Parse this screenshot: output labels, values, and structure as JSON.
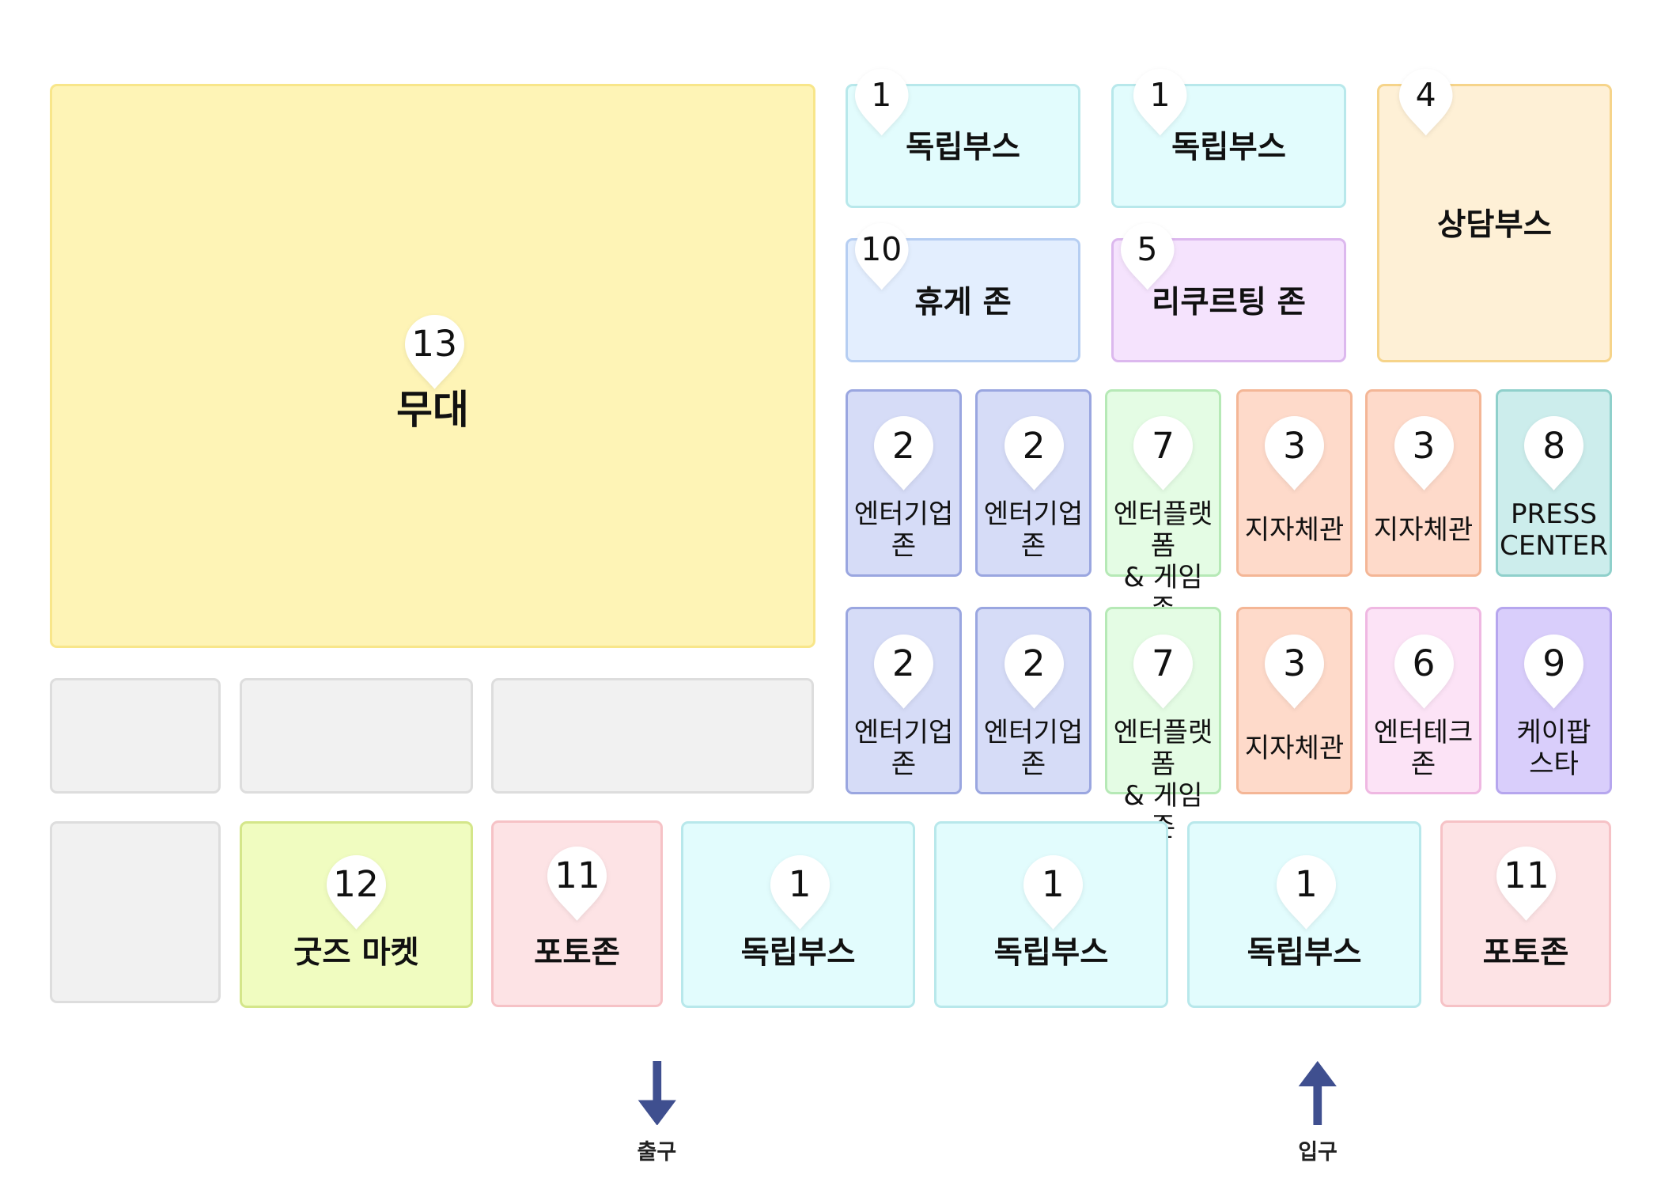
{
  "zone_types": {
    "stage": {
      "fill": "#FEF4B6",
      "border": "#F8E68A"
    },
    "indie": {
      "fill": "#E2FCFD",
      "border": "#B8E8EB"
    },
    "consult": {
      "fill": "#FEF0D6",
      "border": "#F6D48A"
    },
    "rest": {
      "fill": "#E3EEFE",
      "border": "#B6CEF2"
    },
    "recruit": {
      "fill": "#F5E3FD",
      "border": "#DCB8EE"
    },
    "enter": {
      "fill": "#D6DCF7",
      "border": "#9AA6E0"
    },
    "platform": {
      "fill": "#E4FCE4",
      "border": "#B6E9B6"
    },
    "local": {
      "fill": "#FEDACA",
      "border": "#F4B696"
    },
    "press": {
      "fill": "#CCEDEC",
      "border": "#8FD0CB"
    },
    "tech": {
      "fill": "#FCE3F6",
      "border": "#EFB8E2"
    },
    "kpop": {
      "fill": "#D9CEFB",
      "border": "#B6A6EE"
    },
    "goods": {
      "fill": "#F0FCC0",
      "border": "#D4E68A"
    },
    "photo": {
      "fill": "#FDE3E5",
      "border": "#F6C2C6"
    },
    "empty": {
      "fill": "#F1F1F1",
      "border": "#DDDDDD"
    }
  },
  "zones": [
    {
      "id": "stage",
      "type": "stage",
      "pin": "13",
      "label": "무대"
    },
    {
      "id": "indie-top-1",
      "type": "indie",
      "pin": "1",
      "label": "독립부스"
    },
    {
      "id": "indie-top-2",
      "type": "indie",
      "pin": "1",
      "label": "독립부스"
    },
    {
      "id": "consult",
      "type": "consult",
      "pin": "4",
      "label": "상담부스"
    },
    {
      "id": "rest",
      "type": "rest",
      "pin": "10",
      "label": "휴게 존"
    },
    {
      "id": "recruit",
      "type": "recruit",
      "pin": "5",
      "label": "리쿠르팅 존"
    },
    {
      "id": "enter-r1-1",
      "type": "enter",
      "pin": "2",
      "label": "엔터기업\n존"
    },
    {
      "id": "enter-r1-2",
      "type": "enter",
      "pin": "2",
      "label": "엔터기업\n존"
    },
    {
      "id": "platform-r1",
      "type": "platform",
      "pin": "7",
      "label": "엔터플랫폼\n& 게임 존"
    },
    {
      "id": "local-r1-1",
      "type": "local",
      "pin": "3",
      "label": "지자체관"
    },
    {
      "id": "local-r1-2",
      "type": "local",
      "pin": "3",
      "label": "지자체관"
    },
    {
      "id": "press",
      "type": "press",
      "pin": "8",
      "label": "PRESS\nCENTER"
    },
    {
      "id": "enter-r2-1",
      "type": "enter",
      "pin": "2",
      "label": "엔터기업\n존"
    },
    {
      "id": "enter-r2-2",
      "type": "enter",
      "pin": "2",
      "label": "엔터기업\n존"
    },
    {
      "id": "platform-r2",
      "type": "platform",
      "pin": "7",
      "label": "엔터플랫폼\n& 게임 존"
    },
    {
      "id": "local-r2",
      "type": "local",
      "pin": "3",
      "label": "지자체관"
    },
    {
      "id": "tech",
      "type": "tech",
      "pin": "6",
      "label": "엔터테크\n존"
    },
    {
      "id": "kpop",
      "type": "kpop",
      "pin": "9",
      "label": "케이팝\n스타"
    },
    {
      "id": "empty-1",
      "type": "empty",
      "pin": "",
      "label": ""
    },
    {
      "id": "empty-2",
      "type": "empty",
      "pin": "",
      "label": ""
    },
    {
      "id": "empty-3",
      "type": "empty",
      "pin": "",
      "label": ""
    },
    {
      "id": "empty-4",
      "type": "empty",
      "pin": "",
      "label": ""
    },
    {
      "id": "goods",
      "type": "goods",
      "pin": "12",
      "label": "굿즈 마켓"
    },
    {
      "id": "photo-1",
      "type": "photo",
      "pin": "11",
      "label": "포토존"
    },
    {
      "id": "indie-b-1",
      "type": "indie",
      "pin": "1",
      "label": "독립부스"
    },
    {
      "id": "indie-b-2",
      "type": "indie",
      "pin": "1",
      "label": "독립부스"
    },
    {
      "id": "indie-b-3",
      "type": "indie",
      "pin": "1",
      "label": "독립부스"
    },
    {
      "id": "photo-2",
      "type": "photo",
      "pin": "11",
      "label": "포토존"
    }
  ],
  "exits": [
    {
      "id": "exit",
      "label": "출구",
      "direction": "down",
      "color": "#3F4F8F"
    },
    {
      "id": "entrance",
      "label": "입구",
      "direction": "up",
      "color": "#3F4F8F"
    }
  ]
}
